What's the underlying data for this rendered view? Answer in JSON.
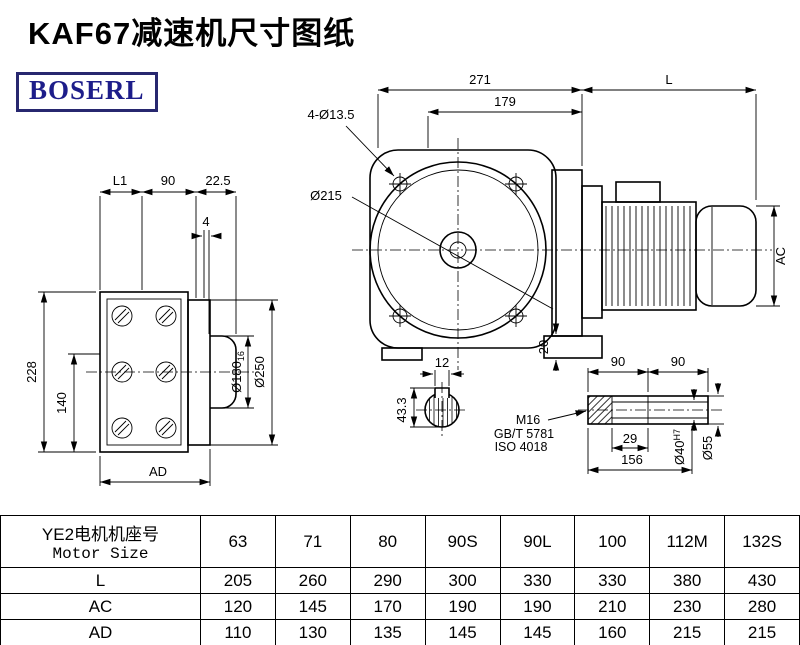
{
  "page": {
    "title": "KAF67减速机尺寸图纸",
    "logo_text": "BOSERL"
  },
  "front_view": {
    "dim_total_width": "271",
    "dim_flange_width": "179",
    "holes_callout": "4-Ø13.5",
    "flange_diameter": "Ø215",
    "motor_length": "L",
    "motor_diameter": "AC",
    "foot_height": "20"
  },
  "side_view": {
    "dim_l1": "L1",
    "dim_90": "90",
    "dim_22_5": "22.5",
    "dim_4": "4",
    "dim_height": "228",
    "dim_140": "140",
    "dim_ad": "AD",
    "hub_diameter": "Ø180",
    "hub_tolerance": "16",
    "flange_diameter": "Ø250"
  },
  "shaft_section": {
    "key_width": "12",
    "bore_depth": "43.3"
  },
  "shaft_detail": {
    "dim_90_left": "90",
    "dim_90_right": "90",
    "thread_callout": "M16",
    "standard_gb": "GB/T 5781",
    "standard_iso": "ISO 4018",
    "dim_29": "29",
    "dim_156": "156",
    "bore_diameter": "Ø40",
    "bore_tolerance": "H7",
    "shaft_diameter": "Ø55"
  },
  "table": {
    "header_line1": "YE2电机机座号",
    "header_line2": "Motor Size",
    "motor_sizes": [
      "63",
      "71",
      "80",
      "90S",
      "90L",
      "100",
      "112M",
      "132S"
    ],
    "rows": [
      {
        "label": "L",
        "values": [
          "205",
          "260",
          "290",
          "300",
          "330",
          "330",
          "380",
          "430"
        ]
      },
      {
        "label": "AC",
        "values": [
          "120",
          "145",
          "170",
          "190",
          "190",
          "210",
          "230",
          "280"
        ]
      },
      {
        "label": "AD",
        "values": [
          "110",
          "130",
          "135",
          "145",
          "145",
          "160",
          "215",
          "215"
        ]
      }
    ]
  }
}
